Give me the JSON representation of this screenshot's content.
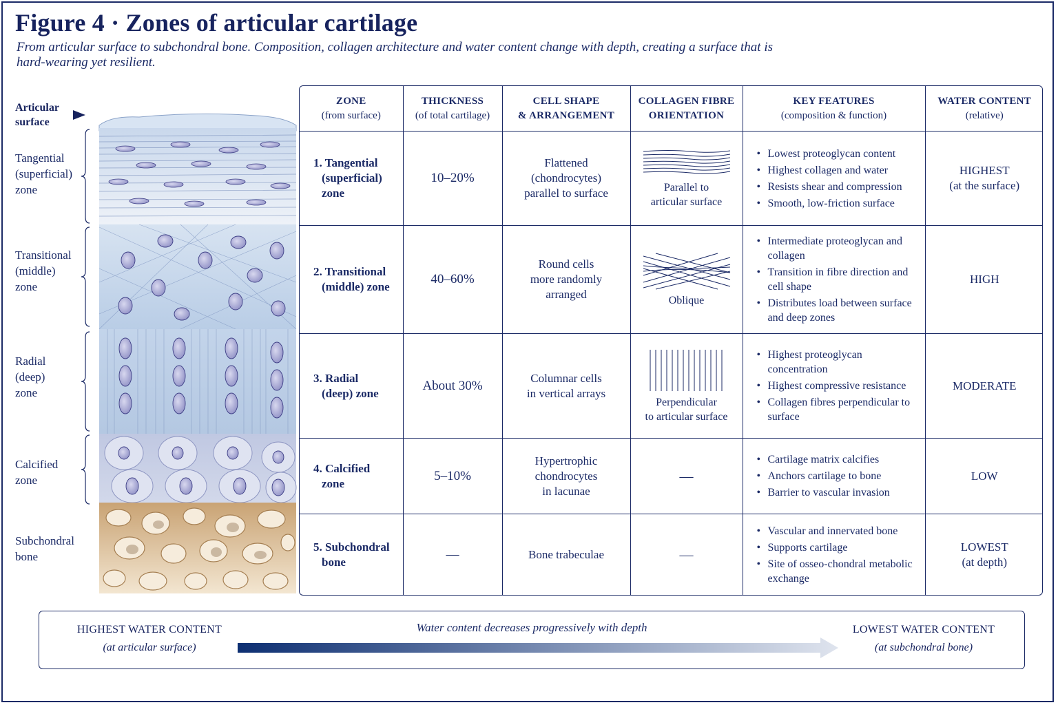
{
  "title": "Figure 4 · Zones of articular cartilage",
  "subtitle": "From articular surface to subchondral bone. Composition, collagen architecture and water content change with depth, creating a surface that is hard-wearing yet resilient.",
  "surface_label": [
    "Articular",
    "surface"
  ],
  "side_labels": [
    [
      "Tangential",
      "(superficial)",
      "zone"
    ],
    [
      "Transitional",
      "(middle)",
      "zone"
    ],
    [
      "Radial",
      "(deep)",
      "zone"
    ],
    [
      "Calcified",
      "zone"
    ],
    [
      "Subchondral",
      "bone"
    ]
  ],
  "table": {
    "headers": [
      [
        "ZONE",
        "(from surface)"
      ],
      [
        "THICKNESS",
        "(of total cartilage)"
      ],
      [
        "CELL SHAPE",
        "& ARRANGEMENT"
      ],
      [
        "COLLAGEN FIBRE",
        "ORIENTATION"
      ],
      [
        "KEY FEATURES",
        "(composition & function)"
      ],
      [
        "WATER CONTENT",
        "(relative)"
      ]
    ],
    "rows": [
      {
        "zone": [
          "1. Tangential",
          "(superficial)",
          "zone"
        ],
        "thickness": "10–20%",
        "cells": [
          "Flattened",
          "(chondrocytes)",
          "parallel to surface"
        ],
        "fibre_pattern": "parallel-fibres-icon",
        "fibre_text": [
          "Parallel to",
          "articular surface"
        ],
        "features": [
          "Lowest proteoglycan content",
          "Highest collagen and water",
          "Resists shear and compression",
          "Smooth, low-friction surface"
        ],
        "water": [
          "HIGHEST",
          "(at the surface)"
        ]
      },
      {
        "zone": [
          "2. Transitional",
          "(middle) zone"
        ],
        "thickness": "40–60%",
        "cells": [
          "Round cells",
          "more randomly",
          "arranged"
        ],
        "fibre_pattern": "oblique-fibres-icon",
        "fibre_text": [
          "Oblique"
        ],
        "features": [
          "Intermediate proteoglycan and collagen",
          "Transition in fibre direction and cell shape",
          "Distributes load between surface and deep zones"
        ],
        "water": [
          "HIGH"
        ]
      },
      {
        "zone": [
          "3. Radial",
          "(deep) zone"
        ],
        "thickness": "About 30%",
        "cells": [
          "Columnar cells",
          "in vertical arrays"
        ],
        "fibre_pattern": "perpendicular-fibres-icon",
        "fibre_text": [
          "Perpendicular",
          "to articular surface"
        ],
        "features": [
          "Highest proteoglycan concentration",
          "Highest compressive resistance",
          "Collagen fibres perpendicular to surface"
        ],
        "water": [
          "MODERATE"
        ]
      },
      {
        "zone": [
          "4. Calcified",
          "zone"
        ],
        "thickness": "5–10%",
        "cells": [
          "Hypertrophic",
          "chondrocytes",
          "in lacunae"
        ],
        "fibre_pattern": "none",
        "fibre_text": [
          "—"
        ],
        "features": [
          "Cartilage matrix calcifies",
          "Anchors cartilage to bone",
          "Barrier to vascular invasion"
        ],
        "water": [
          "LOW"
        ]
      },
      {
        "zone": [
          "5. Subchondral",
          "bone"
        ],
        "thickness": "—",
        "cells": [
          "Bone trabeculae"
        ],
        "fibre_pattern": "none",
        "fibre_text": [
          "—"
        ],
        "features": [
          "Vascular and innervated bone",
          "Supports cartilage",
          "Site of osseo-chondral metabolic exchange"
        ],
        "water": [
          "LOWEST",
          "(at depth)"
        ]
      }
    ]
  },
  "gradient": {
    "left_title": "HIGHEST WATER CONTENT",
    "left_sub": "(at articular surface)",
    "middle": "Water content decreases progressively with depth",
    "right_title": "LOWEST WATER CONTENT",
    "right_sub": "(at subchondral bone)",
    "color_start": "#0d2f72",
    "color_end": "#dfe4ee"
  },
  "colors": {
    "ink": "#1b2a66",
    "cartilage": "#cddcee",
    "bone": "#d9b98b",
    "cell": "#5a5aa0"
  }
}
